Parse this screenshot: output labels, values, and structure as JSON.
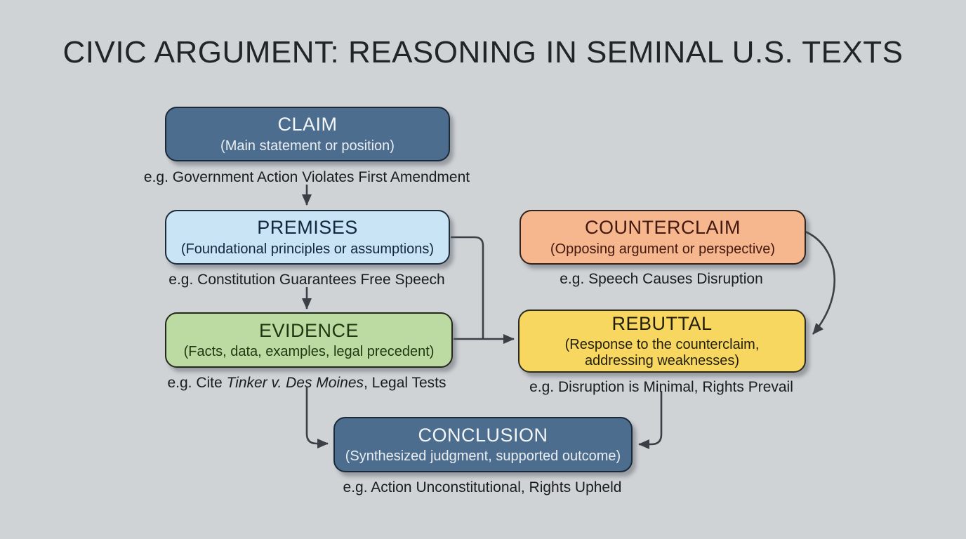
{
  "title": "CIVIC ARGUMENT: REASONING IN SEMINAL U.S. TEXTS",
  "colors": {
    "background": "#d0d3d6",
    "dark_slate_box": "#4d6d8e",
    "light_blue_box": "#c9e4f4",
    "peach_box": "#f6b78e",
    "green_box": "#bcdba2",
    "yellow_box": "#f7d75f",
    "arrow": "#3a4046",
    "title_text": "#212529"
  },
  "nodes": {
    "claim": {
      "label": "CLAIM",
      "sublabel": "(Main statement or position)",
      "example": "e.g. Government Action Violates First Amendment"
    },
    "premises": {
      "label": "PREMISES",
      "sublabel": "(Foundational principles or assumptions)",
      "example": "e.g. Constitution Guarantees Free Speech"
    },
    "counterclaim": {
      "label": "COUNTERCLAIM",
      "sublabel": "(Opposing argument or perspective)",
      "example": "e.g. Speech Causes Disruption"
    },
    "evidence": {
      "label": "EVIDENCE",
      "sublabel": "(Facts, data, examples, legal precedent)",
      "example_prefix": "e.g. Cite ",
      "example_italic": "Tinker v. Des Moines",
      "example_suffix": ", Legal Tests"
    },
    "rebuttal": {
      "label": "REBUTTAL",
      "sublabel_line1": "(Response to the counterclaim,",
      "sublabel_line2": "addressing weaknesses)",
      "example": "e.g. Disruption is Minimal, Rights Prevail"
    },
    "conclusion": {
      "label": "CONCLUSION",
      "sublabel": "(Synthesized judgment, supported outcome)",
      "example": "e.g. Action Unconstitutional, Rights Upheld"
    }
  }
}
